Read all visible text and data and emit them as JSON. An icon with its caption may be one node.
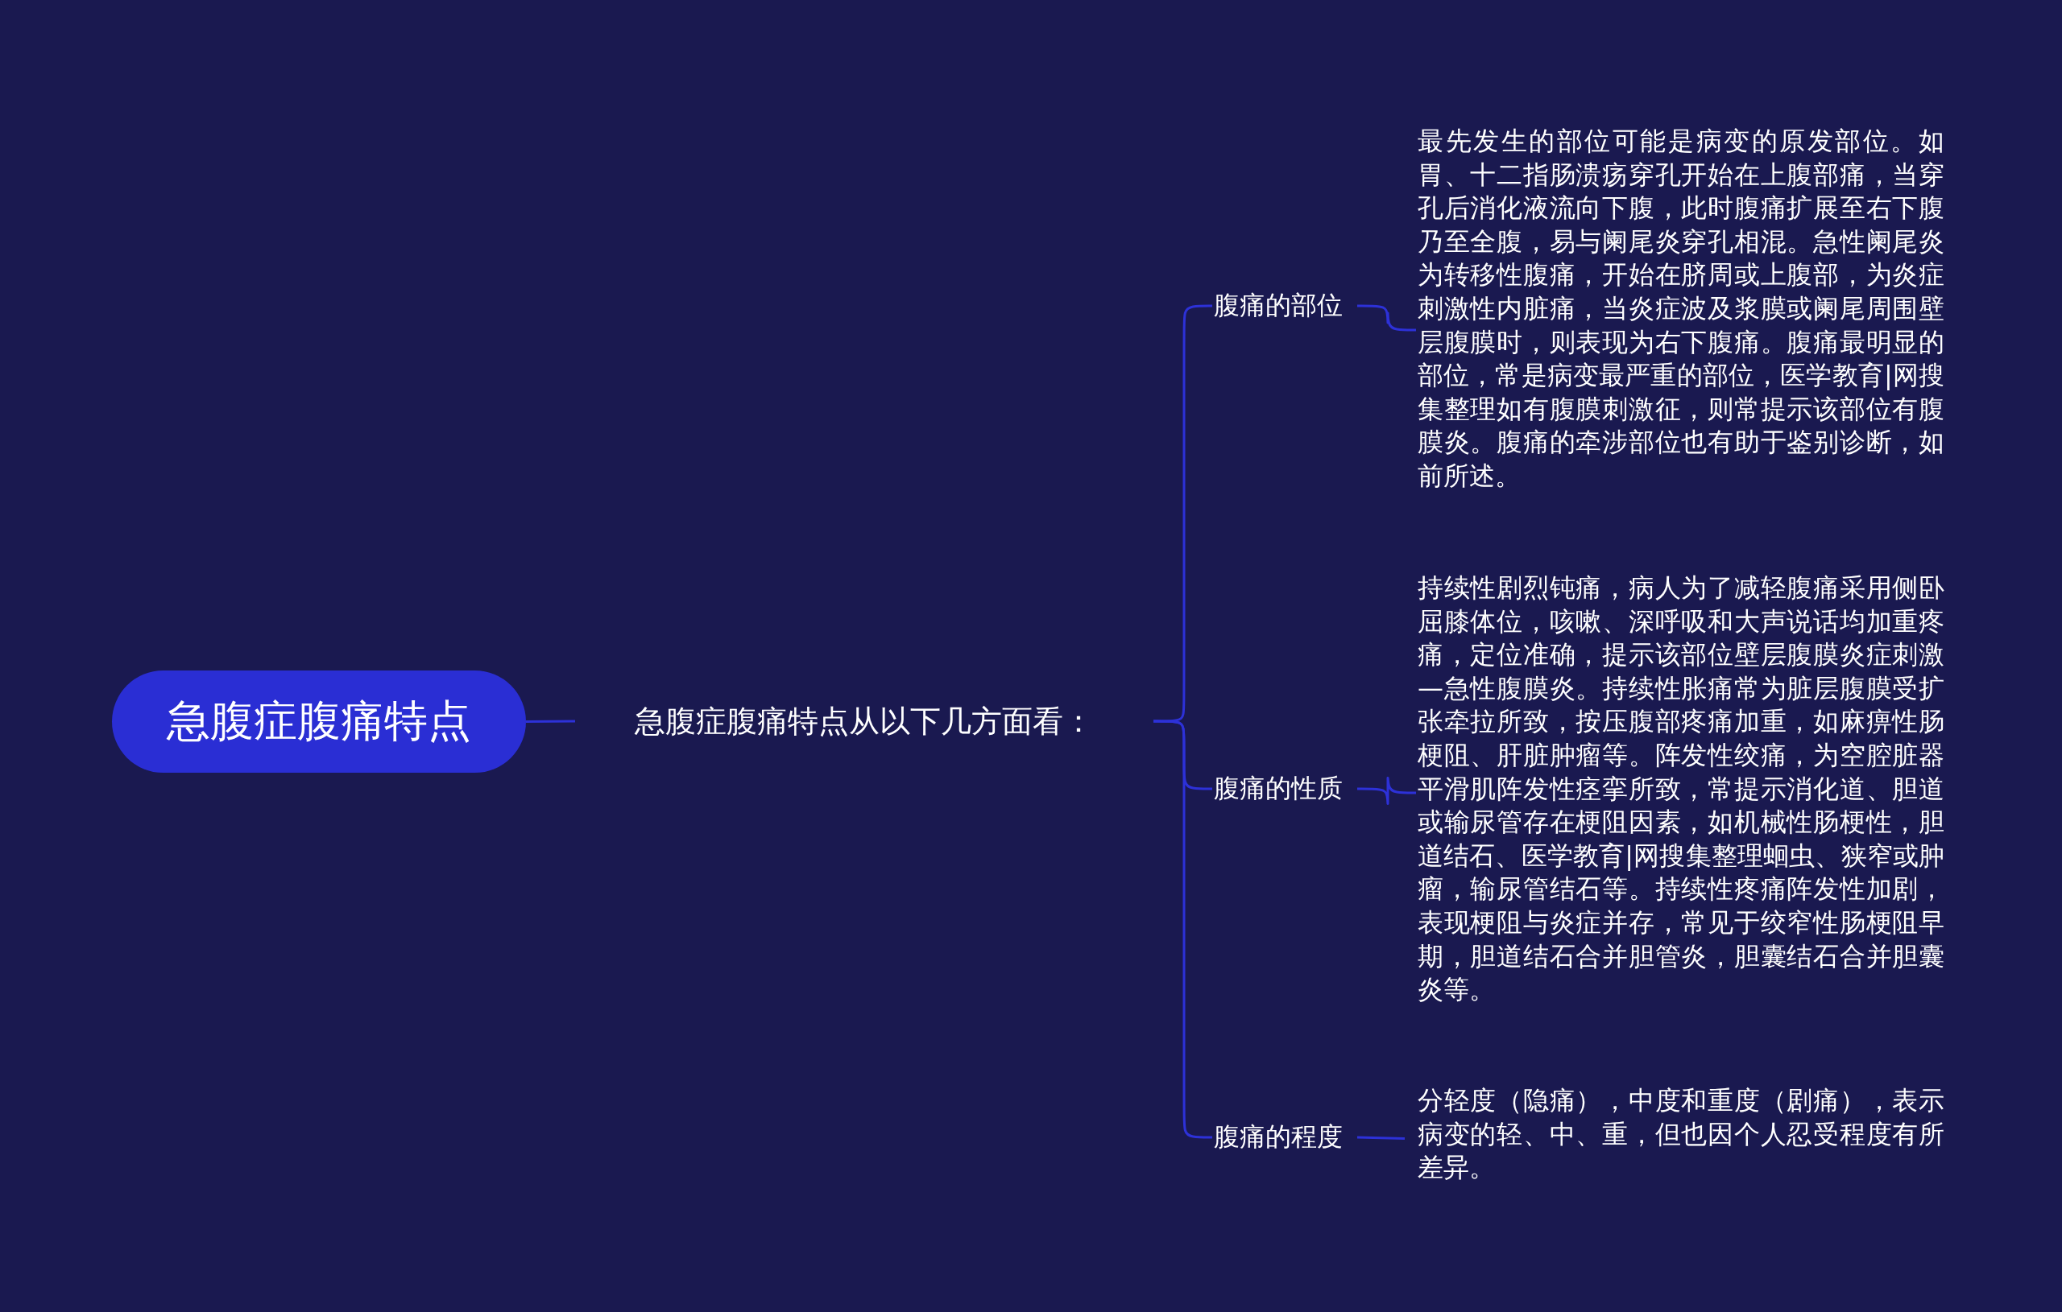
{
  "diagram": {
    "nodes": [
      {
        "text": [
          "急腹症腹痛特点"
        ]
      },
      {
        "text": [
          "急腹症腹痛特点从以下几方面看："
        ]
      },
      {
        "text": [
          "腹痛的部位"
        ]
      },
      {
        "text": [
          "最先发生的部位可能是病变的原发部位。如胃、十二指肠溃疡穿孔开始在上腹部痛，当穿孔后消化液流向下腹，此时腹痛扩展至右下腹乃至全腹，易与阑尾炎穿孔相混。急性阑尾炎为转移性腹痛，开始在脐周或上腹部，为炎症刺激性内脏痛，当炎症波及浆膜或阑尾周围壁层腹膜时，则表现为右下腹痛。腹痛最明显的部位，常是病变最严重的部位，医学教育|网搜集整理如有腹膜刺激征，则常提示该部位有腹膜炎。腹痛的牵涉部位也有助于鉴别诊断，如前所述。"
        ]
      },
      {
        "text": [
          "腹痛的性质"
        ]
      },
      {
        "text": [
          "持续性剧烈钝痛，病人为了减轻腹痛采用侧卧屈膝体位，咳嗽、深呼吸和大声说话均加重疼痛，定位准确，提示该部位壁层腹膜炎症刺激—急性腹膜炎。持续性胀痛常为脏层腹膜受扩张牵拉所致，按压腹部疼痛加重，如麻痹性肠梗阻、肝脏肿瘤等。阵发性绞痛，为空腔脏器平滑肌阵发性痉挛所致，常提示消化道、胆道或输尿管存在梗阻因素，如机械性肠梗性，胆道结石、医学教育|网搜集整理蛔虫、狭窄或肿瘤，输尿管结石等。持续性疼痛阵发性加剧，表现梗阻与炎症并存，常见于绞窄性肠梗阻早期，胆道结石合并胆管炎，胆囊结石合并胆囊炎等。"
        ]
      },
      {
        "text": [
          "腹痛的程度"
        ]
      },
      {
        "text": [
          "分轻度（隐痛），中度和重度（剧痛），表示病变的轻、中、重，但也因个人忍受程度有所差异。"
        ]
      }
    ],
    "edges": [
      {
        "from": 0,
        "to": 1,
        "arrow": "none"
      },
      {
        "from": 1,
        "to": 2,
        "arrow": "none"
      },
      {
        "from": 1,
        "to": 4,
        "arrow": "none"
      },
      {
        "from": 1,
        "to": 6,
        "arrow": "none"
      },
      {
        "from": 2,
        "to": 3,
        "arrow": "none"
      },
      {
        "from": 4,
        "to": 5,
        "arrow": "none"
      },
      {
        "from": 6,
        "to": 7,
        "arrow": "none"
      }
    ]
  }
}
